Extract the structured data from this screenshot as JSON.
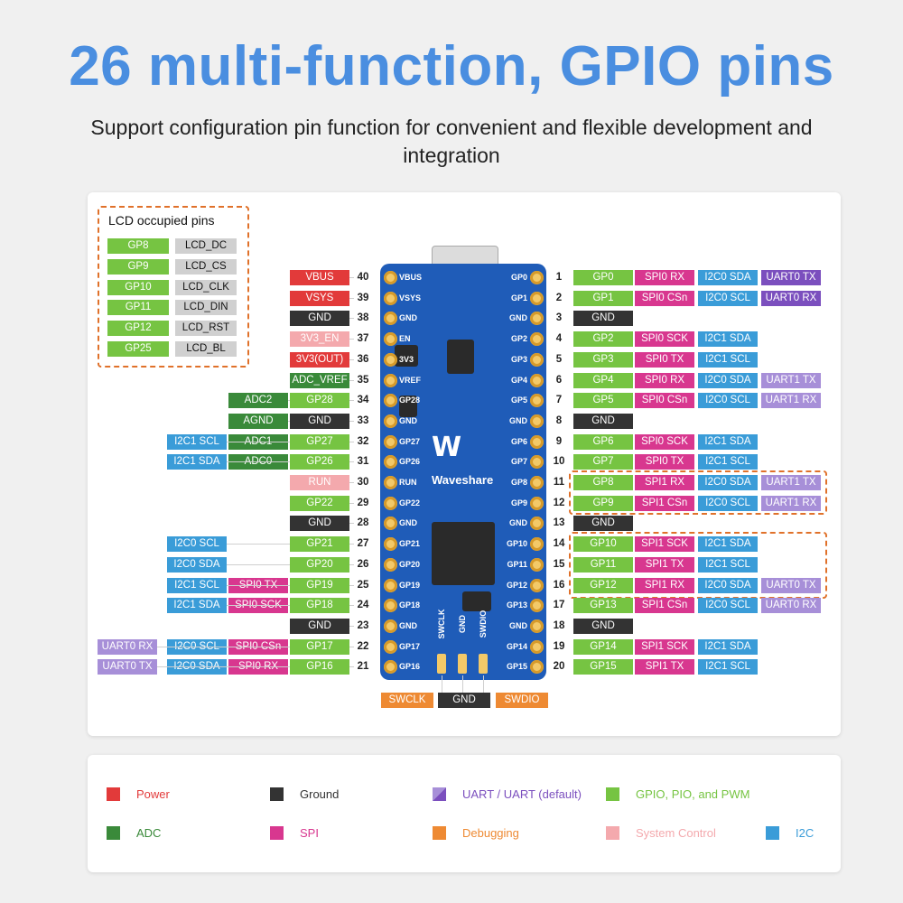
{
  "header": {
    "title": "26 multi-function, GPIO pins",
    "subtitle": "Support configuration pin function for convenient and flexible development and integration"
  },
  "colors": {
    "power": "#e23a3a",
    "ground": "#333333",
    "uart": "#7b4fbe",
    "uart_default": "#a78fd8",
    "gpio": "#76c442",
    "adc": "#3a8a3a",
    "spi": "#d8378f",
    "debug": "#ee8a33",
    "sysctl": "#f4a9ad",
    "i2c": "#3a9cd8",
    "i2c_default": "#8ccaf0"
  },
  "lcd": {
    "title": "LCD occupied pins",
    "rows": [
      [
        "GP8",
        "LCD_DC"
      ],
      [
        "GP9",
        "LCD_CS"
      ],
      [
        "GP10",
        "LCD_CLK"
      ],
      [
        "GP11",
        "LCD_DIN"
      ],
      [
        "GP12",
        "LCD_RST"
      ],
      [
        "GP25",
        "LCD_BL"
      ]
    ]
  },
  "left_pins": [
    {
      "num": "40",
      "board": "VBUS",
      "labels": [
        [
          "VBUS",
          "power"
        ]
      ]
    },
    {
      "num": "39",
      "board": "VSYS",
      "labels": [
        [
          "VSYS",
          "power"
        ]
      ]
    },
    {
      "num": "38",
      "board": "GND",
      "labels": [
        [
          "GND",
          "ground"
        ]
      ]
    },
    {
      "num": "37",
      "board": "EN",
      "labels": [
        [
          "3V3_EN",
          "sysctl"
        ]
      ]
    },
    {
      "num": "36",
      "board": "3V3",
      "labels": [
        [
          "3V3(OUT)",
          "power"
        ]
      ]
    },
    {
      "num": "35",
      "board": "VREF",
      "labels": [
        [
          "ADC_VREF",
          "adc"
        ]
      ]
    },
    {
      "num": "34",
      "board": "GP28",
      "labels": [
        [
          "GP28",
          "gpio"
        ],
        [
          "ADC2",
          "adc"
        ]
      ]
    },
    {
      "num": "33",
      "board": "GND",
      "labels": [
        [
          "GND",
          "ground"
        ],
        [
          "AGND",
          "adc"
        ]
      ]
    },
    {
      "num": "32",
      "board": "GP27",
      "labels": [
        [
          "GP27",
          "gpio"
        ],
        [
          "ADC1",
          "adc"
        ],
        [
          "I2C1 SCL",
          "i2c"
        ]
      ]
    },
    {
      "num": "31",
      "board": "GP26",
      "labels": [
        [
          "GP26",
          "gpio"
        ],
        [
          "ADC0",
          "adc"
        ],
        [
          "I2C1 SDA",
          "i2c"
        ]
      ]
    },
    {
      "num": "30",
      "board": "RUN",
      "labels": [
        [
          "RUN",
          "sysctl"
        ]
      ]
    },
    {
      "num": "29",
      "board": "GP22",
      "labels": [
        [
          "GP22",
          "gpio"
        ]
      ]
    },
    {
      "num": "28",
      "board": "GND",
      "labels": [
        [
          "GND",
          "ground"
        ]
      ]
    },
    {
      "num": "27",
      "board": "GP21",
      "labels": [
        [
          "GP21",
          "gpio"
        ],
        null,
        [
          "I2C0 SCL",
          "i2c"
        ]
      ]
    },
    {
      "num": "26",
      "board": "GP20",
      "labels": [
        [
          "GP20",
          "gpio"
        ],
        null,
        [
          "I2C0 SDA",
          "i2c"
        ]
      ]
    },
    {
      "num": "25",
      "board": "GP19",
      "labels": [
        [
          "GP19",
          "gpio"
        ],
        [
          "SPI0 TX",
          "spi"
        ],
        [
          "I2C1 SCL",
          "i2c"
        ]
      ]
    },
    {
      "num": "24",
      "board": "GP18",
      "labels": [
        [
          "GP18",
          "gpio"
        ],
        [
          "SPI0 SCK",
          "spi"
        ],
        [
          "I2C1 SDA",
          "i2c"
        ]
      ]
    },
    {
      "num": "23",
      "board": "GND",
      "labels": [
        [
          "GND",
          "ground"
        ]
      ]
    },
    {
      "num": "22",
      "board": "GP17",
      "labels": [
        [
          "GP17",
          "gpio"
        ],
        [
          "SPI0 CSn",
          "spi"
        ],
        [
          "I2C0 SCL",
          "i2c"
        ],
        [
          "UART0 RX",
          "uart_default"
        ]
      ]
    },
    {
      "num": "21",
      "board": "GP16",
      "labels": [
        [
          "GP16",
          "gpio"
        ],
        [
          "SPI0 RX",
          "spi"
        ],
        [
          "I2C0 SDA",
          "i2c"
        ],
        [
          "UART0 TX",
          "uart_default"
        ]
      ]
    }
  ],
  "right_pins": [
    {
      "num": "1",
      "board": "GP0",
      "labels": [
        [
          "GP0",
          "gpio"
        ],
        [
          "SPI0 RX",
          "spi"
        ],
        [
          "I2C0 SDA",
          "i2c"
        ],
        [
          "UART0 TX",
          "uart"
        ]
      ]
    },
    {
      "num": "2",
      "board": "GP1",
      "labels": [
        [
          "GP1",
          "gpio"
        ],
        [
          "SPI0 CSn",
          "spi"
        ],
        [
          "I2C0 SCL",
          "i2c"
        ],
        [
          "UART0 RX",
          "uart"
        ]
      ]
    },
    {
      "num": "3",
      "board": "GND",
      "labels": [
        [
          "GND",
          "ground"
        ]
      ]
    },
    {
      "num": "4",
      "board": "GP2",
      "labels": [
        [
          "GP2",
          "gpio"
        ],
        [
          "SPI0 SCK",
          "spi"
        ],
        [
          "I2C1 SDA",
          "i2c"
        ]
      ]
    },
    {
      "num": "5",
      "board": "GP3",
      "labels": [
        [
          "GP3",
          "gpio"
        ],
        [
          "SPI0 TX",
          "spi"
        ],
        [
          "I2C1 SCL",
          "i2c"
        ]
      ]
    },
    {
      "num": "6",
      "board": "GP4",
      "labels": [
        [
          "GP4",
          "gpio"
        ],
        [
          "SPI0 RX",
          "spi"
        ],
        [
          "I2C0 SDA",
          "i2c"
        ],
        [
          "UART1 TX",
          "uart_default"
        ]
      ]
    },
    {
      "num": "7",
      "board": "GP5",
      "labels": [
        [
          "GP5",
          "gpio"
        ],
        [
          "SPI0 CSn",
          "spi"
        ],
        [
          "I2C0 SCL",
          "i2c"
        ],
        [
          "UART1 RX",
          "uart_default"
        ]
      ]
    },
    {
      "num": "8",
      "board": "GND",
      "labels": [
        [
          "GND",
          "ground"
        ]
      ]
    },
    {
      "num": "9",
      "board": "GP6",
      "labels": [
        [
          "GP6",
          "gpio"
        ],
        [
          "SPI0 SCK",
          "spi"
        ],
        [
          "I2C1 SDA",
          "i2c"
        ]
      ]
    },
    {
      "num": "10",
      "board": "GP7",
      "labels": [
        [
          "GP7",
          "gpio"
        ],
        [
          "SPI0 TX",
          "spi"
        ],
        [
          "I2C1 SCL",
          "i2c"
        ]
      ]
    },
    {
      "num": "11",
      "board": "GP8",
      "labels": [
        [
          "GP8",
          "gpio"
        ],
        [
          "SPI1 RX",
          "spi"
        ],
        [
          "I2C0 SDA",
          "i2c"
        ],
        [
          "UART1 TX",
          "uart_default"
        ]
      ]
    },
    {
      "num": "12",
      "board": "GP9",
      "labels": [
        [
          "GP9",
          "gpio"
        ],
        [
          "SPI1 CSn",
          "spi"
        ],
        [
          "I2C0 SCL",
          "i2c"
        ],
        [
          "UART1 RX",
          "uart_default"
        ]
      ]
    },
    {
      "num": "13",
      "board": "GND",
      "labels": [
        [
          "GND",
          "ground"
        ]
      ]
    },
    {
      "num": "14",
      "board": "GP10",
      "labels": [
        [
          "GP10",
          "gpio"
        ],
        [
          "SPI1 SCK",
          "spi"
        ],
        [
          "I2C1 SDA",
          "i2c"
        ]
      ]
    },
    {
      "num": "15",
      "board": "GP11",
      "labels": [
        [
          "GP11",
          "gpio"
        ],
        [
          "SPI1 TX",
          "spi"
        ],
        [
          "I2C1 SCL",
          "i2c"
        ]
      ]
    },
    {
      "num": "16",
      "board": "GP12",
      "labels": [
        [
          "GP12",
          "gpio"
        ],
        [
          "SPI1 RX",
          "spi"
        ],
        [
          "I2C0 SDA",
          "i2c"
        ],
        [
          "UART0 TX",
          "uart_default"
        ]
      ]
    },
    {
      "num": "17",
      "board": "GP13",
      "labels": [
        [
          "GP13",
          "gpio"
        ],
        [
          "SPI1 CSn",
          "spi"
        ],
        [
          "I2C0 SCL",
          "i2c"
        ],
        [
          "UART0 RX",
          "uart_default"
        ]
      ]
    },
    {
      "num": "18",
      "board": "GND",
      "labels": [
        [
          "GND",
          "ground"
        ]
      ]
    },
    {
      "num": "19",
      "board": "GP14",
      "labels": [
        [
          "GP14",
          "gpio"
        ],
        [
          "SPI1 SCK",
          "spi"
        ],
        [
          "I2C1 SDA",
          "i2c"
        ]
      ]
    },
    {
      "num": "20",
      "board": "GP15",
      "labels": [
        [
          "GP15",
          "gpio"
        ],
        [
          "SPI1 TX",
          "spi"
        ],
        [
          "I2C1 SCL",
          "i2c"
        ]
      ]
    }
  ],
  "debug_pins": {
    "board": [
      "SWCLK",
      "GND",
      "SWDIO"
    ],
    "labels": [
      [
        "SWCLK",
        "debug"
      ],
      [
        "GND",
        "ground"
      ],
      [
        "SWDIO",
        "debug"
      ]
    ]
  },
  "board_brand": "Waveshare",
  "legend": [
    {
      "label": "Power",
      "color": "power"
    },
    {
      "label": "Ground",
      "color": "ground"
    },
    {
      "label": "UART / UART (default)",
      "color": "uart"
    },
    {
      "label": "GPIO, PIO, and PWM",
      "color": "gpio"
    },
    {
      "label": "ADC",
      "color": "adc"
    },
    {
      "label": "SPI",
      "color": "spi"
    },
    {
      "label": "Debugging",
      "color": "debug"
    },
    {
      "label": "System Control",
      "color": "sysctl"
    },
    {
      "label": "I2C",
      "color": "i2c"
    }
  ]
}
